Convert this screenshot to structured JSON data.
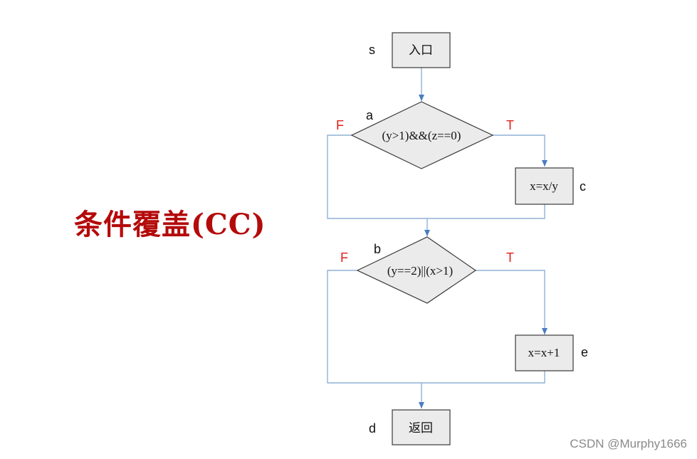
{
  "title": "条件覆盖(CC)",
  "watermark": "CSDN @Murphy1666",
  "colors": {
    "title": "#b40a0a",
    "tf_label": "#e0201a",
    "connector": "#8fb0d4",
    "arrow": "#4a7cc0",
    "box_fill": "#ebebeb"
  },
  "nodes": {
    "start": {
      "letter": "s",
      "text": "入口"
    },
    "decision_a": {
      "letter": "a",
      "text": "(y>1)&&(z==0)",
      "false_label": "F",
      "true_label": "T"
    },
    "process_c": {
      "letter": "c",
      "text": "x=x/y"
    },
    "decision_b": {
      "letter": "b",
      "text": "(y==2)||(x>1)",
      "false_label": "F",
      "true_label": "T"
    },
    "process_e": {
      "letter": "e",
      "text": "x=x+1"
    },
    "end": {
      "letter": "d",
      "text": "返回"
    }
  }
}
